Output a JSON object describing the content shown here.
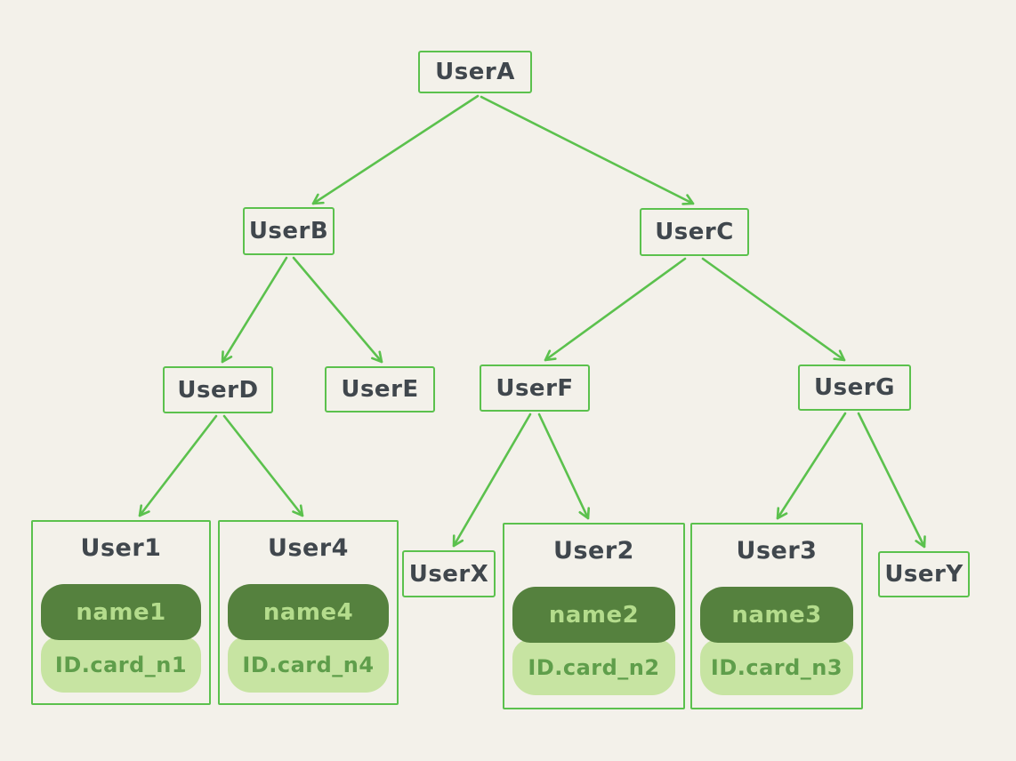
{
  "diagram": {
    "type": "tree",
    "colors": {
      "background": "#f3f1ea",
      "line_green": "#5bc14d",
      "node_text": "#40474d",
      "name_pill_bg": "#55813e",
      "name_pill_text": "#b4dc8c",
      "id_pill_bg": "#c7e4a2",
      "id_pill_text": "#5f9e4b"
    },
    "nodes": {
      "userA": {
        "label": "UserA"
      },
      "userB": {
        "label": "UserB"
      },
      "userC": {
        "label": "UserC"
      },
      "userD": {
        "label": "UserD"
      },
      "userE": {
        "label": "UserE"
      },
      "userF": {
        "label": "UserF"
      },
      "userG": {
        "label": "UserG"
      },
      "userX": {
        "label": "UserX"
      },
      "userY": {
        "label": "UserY"
      }
    },
    "cards": {
      "user1": {
        "title": "User1",
        "name": "name1",
        "id_card": "ID.card_n1"
      },
      "user4": {
        "title": "User4",
        "name": "name4",
        "id_card": "ID.card_n4"
      },
      "user2": {
        "title": "User2",
        "name": "name2",
        "id_card": "ID.card_n2"
      },
      "user3": {
        "title": "User3",
        "name": "name3",
        "id_card": "ID.card_n3"
      }
    },
    "edges": [
      {
        "from": "UserA",
        "to": "UserB"
      },
      {
        "from": "UserA",
        "to": "UserC"
      },
      {
        "from": "UserB",
        "to": "UserD"
      },
      {
        "from": "UserB",
        "to": "UserE"
      },
      {
        "from": "UserC",
        "to": "UserF"
      },
      {
        "from": "UserC",
        "to": "UserG"
      },
      {
        "from": "UserD",
        "to": "User1"
      },
      {
        "from": "UserD",
        "to": "User4"
      },
      {
        "from": "UserF",
        "to": "UserX"
      },
      {
        "from": "UserF",
        "to": "User2"
      },
      {
        "from": "UserG",
        "to": "User3"
      },
      {
        "from": "UserG",
        "to": "UserY"
      }
    ]
  }
}
